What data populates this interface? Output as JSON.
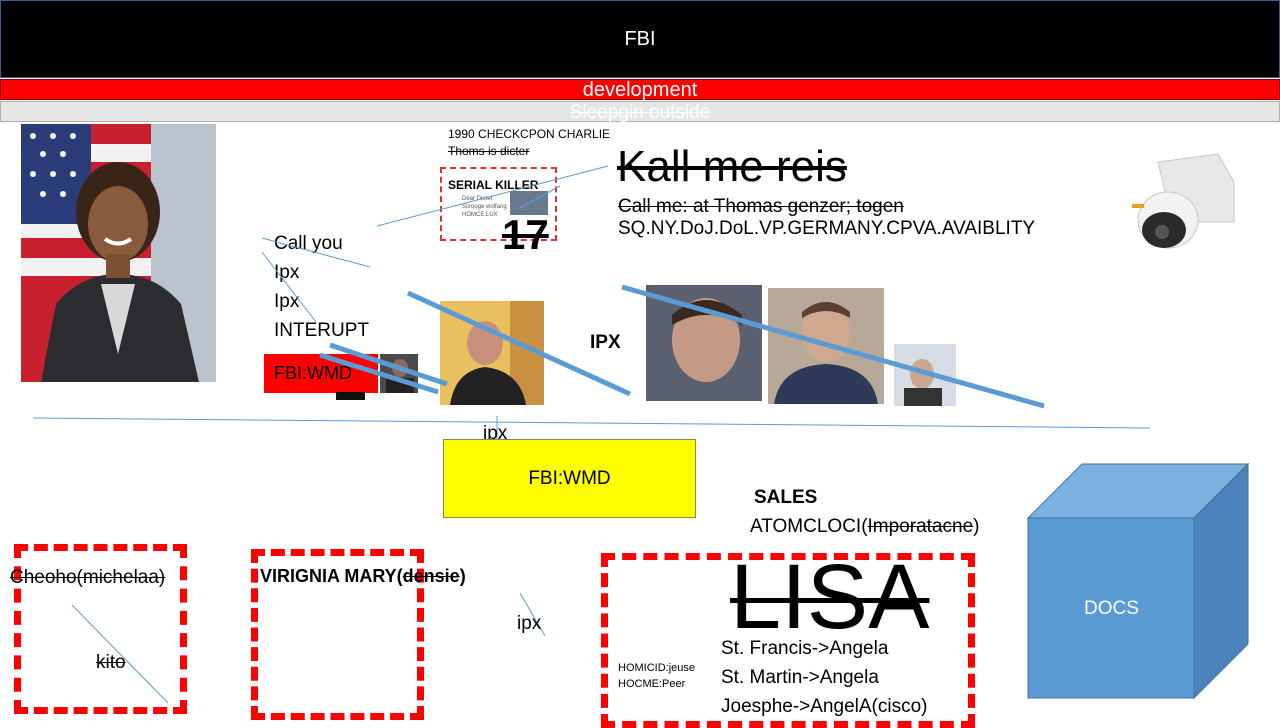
{
  "header": {
    "title": "FBI"
  },
  "bars": {
    "red": "development",
    "gray": "Sleepgin outside"
  },
  "note": {
    "line1": "1990 CHECKCPON CHARLIE",
    "line2": "Thoms is dicter",
    "card_title": "SERIAL KILLER",
    "card_line1": "Dear Dieter",
    "card_line2": "Scrooge wolfang",
    "card_line3": "HOMCE:LUX",
    "card_number": "17"
  },
  "headline": {
    "title": "Kall me reis",
    "sub1": "Call me: at Thomas genzer; togen",
    "sub2": "SQ.NY.DoJ.DoL.VP.GERMANY.CPVA.AVAIBLITY"
  },
  "call_list": [
    "Call you",
    "Ipx",
    "Ipx",
    "INTERUPT"
  ],
  "fbi_red_label": "FBI:WMD",
  "ipx_bold": "IPX",
  "ipx_mid": "ipx",
  "yellow_box": "FBI:WMD",
  "sales": {
    "title": "SALES",
    "line_prefix": "ATOMCLOCI(",
    "line_strike": "Imporatacne",
    "line_suffix": ")"
  },
  "box1": {
    "title": "Cheoho(michelaa)",
    "sub": "kito"
  },
  "box2": {
    "title_plain": "VIRIGNIA MARY(",
    "title_strike": "densie",
    "title_end": ")"
  },
  "ipx_lower": "ipx",
  "lisa": {
    "big": "LISA",
    "small1": "HOMICID:jeuse",
    "small2": "HOCME:Peer",
    "lines": [
      "St. Francis->Angela",
      "St. Martin->Angela",
      "Joesphe->AngelA(cisco)"
    ]
  },
  "cube": {
    "label": "DOCS",
    "front": "#5b9bd5",
    "side": "#4a84bb",
    "top": "#7cb0e0"
  }
}
